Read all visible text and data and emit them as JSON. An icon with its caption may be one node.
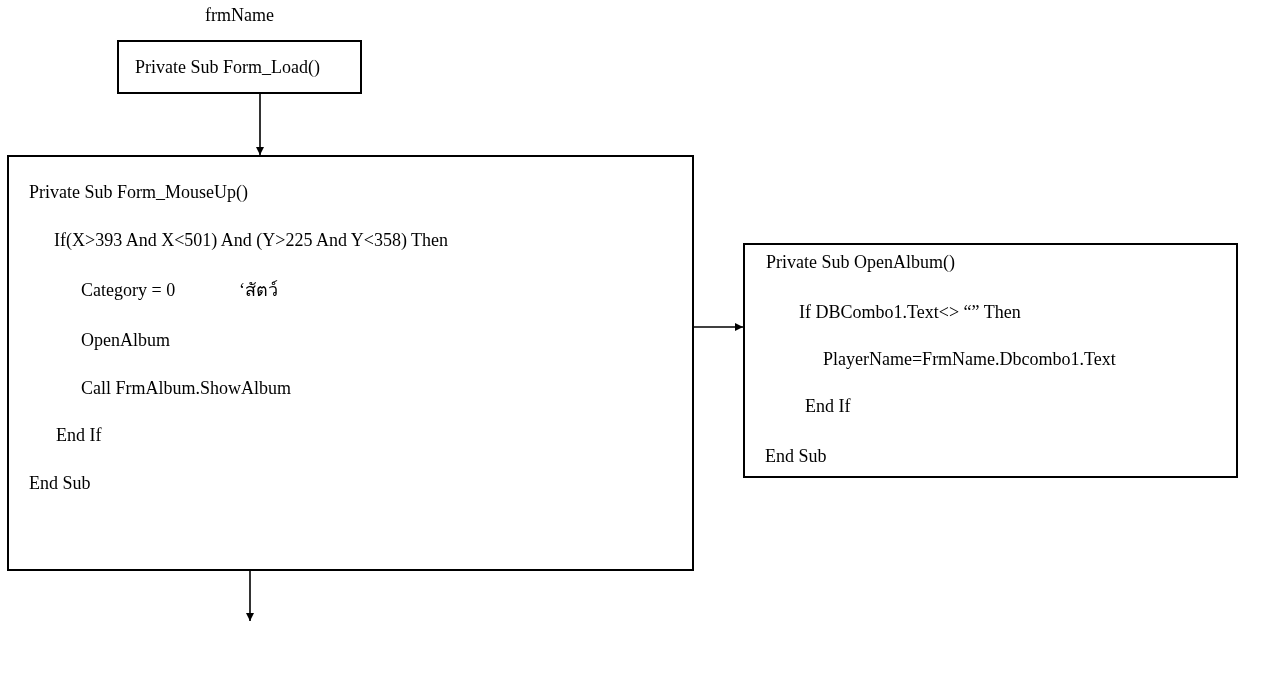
{
  "diagram": {
    "nodes": [
      {
        "text": [
          "frmName",
          "Private Sub Form_Load()"
        ]
      },
      {
        "text": [
          "Private Sub Form_MouseUp()",
          "If(X>393 And X<501) And (Y>225 And Y<358) Then",
          "Category = 0",
          "‘สัตว์",
          "OpenAlbum",
          "Call FrmAlbum.ShowAlbum",
          "End If",
          "End Sub"
        ]
      },
      {
        "text": [
          "Private Sub OpenAlbum()",
          "If DBCombo1.Text<> “” Then",
          "PlayerName=FrmName.Dbcombo1.Text",
          "End If",
          "End Sub"
        ]
      }
    ],
    "edges": [
      {
        "from": 0,
        "to": 1,
        "arrow": "to"
      },
      {
        "from": 1,
        "to": 2,
        "arrow": "to"
      },
      {
        "from": 1,
        "to": null,
        "arrow": "to"
      }
    ]
  }
}
